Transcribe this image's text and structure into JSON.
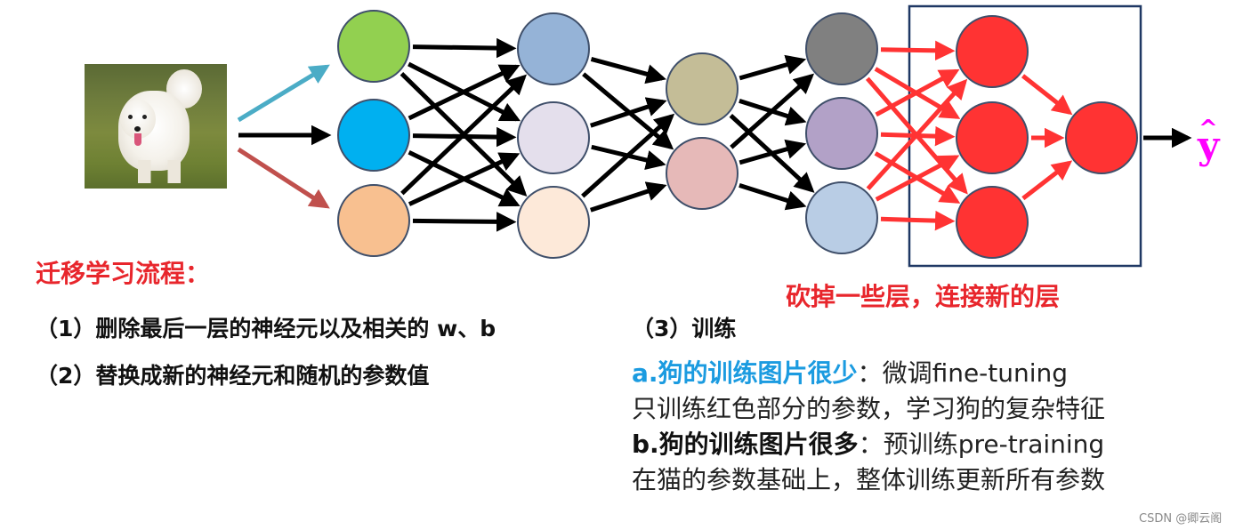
{
  "title": "迁移学习流程：",
  "steps": {
    "s1": "（1）删除最后一层的神经元以及相关的 w、b",
    "s2": "（2）替换成新的神经元和随机的参数值",
    "s3": "（3）训练"
  },
  "annotation": "砍掉一些层，连接新的层",
  "options": {
    "a_head": "a.狗的训练图片很少",
    "a_sep": "：",
    "a_method": "微调fine-tuning",
    "a_desc": "只训练红色部分的参数，学习狗的复杂特征",
    "b_head": "b.狗的训练图片很多",
    "b_sep": "：",
    "b_method": "预训练pre-training",
    "b_desc": "在猫的参数基础上，整体训练更新所有参数"
  },
  "output_label": "y",
  "output_hat": "^",
  "watermark": "CSDN @卿云阁",
  "input_image": "dog-photo",
  "colors": {
    "input_nodes": [
      "#92d050",
      "#00b0f0",
      "#f8c090"
    ],
    "hidden1": [
      "#95b3d7",
      "#e4dfec",
      "#fde9d9"
    ],
    "hidden2": [
      "#c4bd97",
      "#e6b9b8"
    ],
    "hidden3": [
      "#808080",
      "#b2a1c7",
      "#b9cde5"
    ],
    "new_nodes": "#ff3333",
    "red": "#ff3333",
    "teal_arrow": "#4bacc6",
    "brown_arrow": "#c0504d",
    "yhat": "#ff00ff",
    "box": "#1f3864"
  }
}
